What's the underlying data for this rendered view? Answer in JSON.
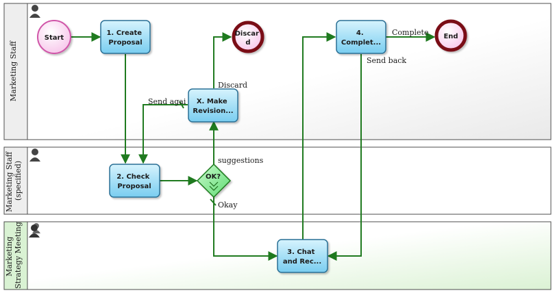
{
  "lanes": [
    {
      "id": "lane1",
      "title_lines": [
        "Marketing Staff"
      ],
      "tint": "#f0f0f0"
    },
    {
      "id": "lane2",
      "title_lines": [
        "Marketing Staff",
        "(specified)"
      ],
      "tint": "#f0f0f0"
    },
    {
      "id": "lane3",
      "title_lines": [
        "Marketing",
        "Strategy Meeting"
      ],
      "tint": "#e2f5dc"
    }
  ],
  "nodes": {
    "start": {
      "label_lines": [
        "Start"
      ]
    },
    "create_proposal": {
      "label_lines": [
        "1. Create",
        "Proposal"
      ]
    },
    "discard": {
      "label_lines": [
        "Discar",
        "d"
      ]
    },
    "complete": {
      "label_lines": [
        "4.",
        "Complet..."
      ]
    },
    "end": {
      "label_lines": [
        "End"
      ]
    },
    "make_revision": {
      "label_lines": [
        "X. Make",
        "Revision..."
      ]
    },
    "check_proposal": {
      "label_lines": [
        "2. Check",
        "Proposal"
      ]
    },
    "gateway_ok": {
      "label_lines": [
        "OK?"
      ]
    },
    "chat_and_rec": {
      "label_lines": [
        "3. Chat",
        "and Rec..."
      ]
    }
  },
  "edge_labels": {
    "complete": "Complete",
    "send_back": "Send back",
    "discard": "Discard",
    "send_again": "Send agai",
    "suggestions": "suggestions",
    "okay": "Okay"
  },
  "colors": {
    "task_fill_top": "#c4ecfb",
    "task_fill_bottom": "#7fd0f1",
    "task_stroke": "#2a6f95",
    "event_fill": "#fbd5f0",
    "start_stroke": "#d055a8",
    "end_stroke": "#7a0b15",
    "gateway_fill": "#93ee9f",
    "edge": "#1f7a1f",
    "lane_border": "#555555"
  }
}
